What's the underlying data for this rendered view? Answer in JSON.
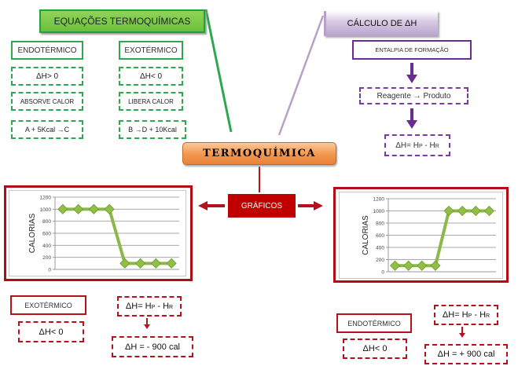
{
  "colors": {
    "green": "#2ea84e",
    "purple": "#6a2c8f",
    "red": "#b5121b",
    "orange": "#f3964c",
    "line_green": "#8cb84a"
  },
  "title": "TERMOQUÍMICA",
  "equations": {
    "title": "EQUAÇÕES TERMOQUÍMICAS",
    "endo": {
      "label": "ENDOTÉRMICO",
      "delta": "ΔH> 0",
      "description": "ABSORVE CALOR",
      "example": "A + 5Kcal →C"
    },
    "exo": {
      "label": "EXOTÉRMICO",
      "delta": "ΔH< 0",
      "description": "LIBERA CALOR",
      "example": "B →D + 10Kcal"
    }
  },
  "calculation": {
    "title": "CÁLCULO DE ΔH",
    "method": "ENTALPIA DE FORMAÇÃO",
    "process": "Reagente → Produto",
    "formula_prefix": "ΔH= H",
    "formula_sub_p": "P",
    "formula_mid": " - H",
    "formula_sub_r": "R"
  },
  "graphs_label": "GRÁFICOS",
  "left_panel": {
    "type_label": "EXOTÉRMICO",
    "delta": "ΔH< 0",
    "formula_prefix": "ΔH= H",
    "formula_sub_p": "P",
    "formula_mid": " - H",
    "formula_sub_r": "R",
    "result": "ΔH = - 900 cal"
  },
  "right_panel": {
    "type_label": "ENDOTÉRMICO",
    "delta": "ΔH< 0",
    "formula_prefix": "ΔH= H",
    "formula_sub_p": "P",
    "formula_mid": " - H",
    "formula_sub_r": "R",
    "result": "ΔH = + 900 cal"
  },
  "chart_data": [
    {
      "type": "line",
      "title": "",
      "xlabel": "",
      "ylabel": "CALORIAS",
      "x": [
        1,
        2,
        3,
        4,
        5,
        6,
        7,
        8
      ],
      "series": [
        {
          "name": "Exotérmico",
          "values": [
            1000,
            1000,
            1000,
            1000,
            100,
            100,
            100,
            100
          ]
        }
      ],
      "ylim": [
        0,
        1200
      ],
      "yticks": [
        0,
        200,
        400,
        600,
        800,
        1000,
        1200
      ],
      "grid": true,
      "legend": "none"
    },
    {
      "type": "line",
      "title": "",
      "xlabel": "",
      "ylabel": "CALORIAS",
      "x": [
        1,
        2,
        3,
        4,
        5,
        6,
        7,
        8
      ],
      "series": [
        {
          "name": "Endotérmico",
          "values": [
            100,
            100,
            100,
            100,
            1000,
            1000,
            1000,
            1000
          ]
        }
      ],
      "ylim": [
        0,
        1200
      ],
      "yticks": [
        0,
        200,
        400,
        600,
        800,
        1000,
        1200
      ],
      "grid": true,
      "legend": "none"
    }
  ]
}
